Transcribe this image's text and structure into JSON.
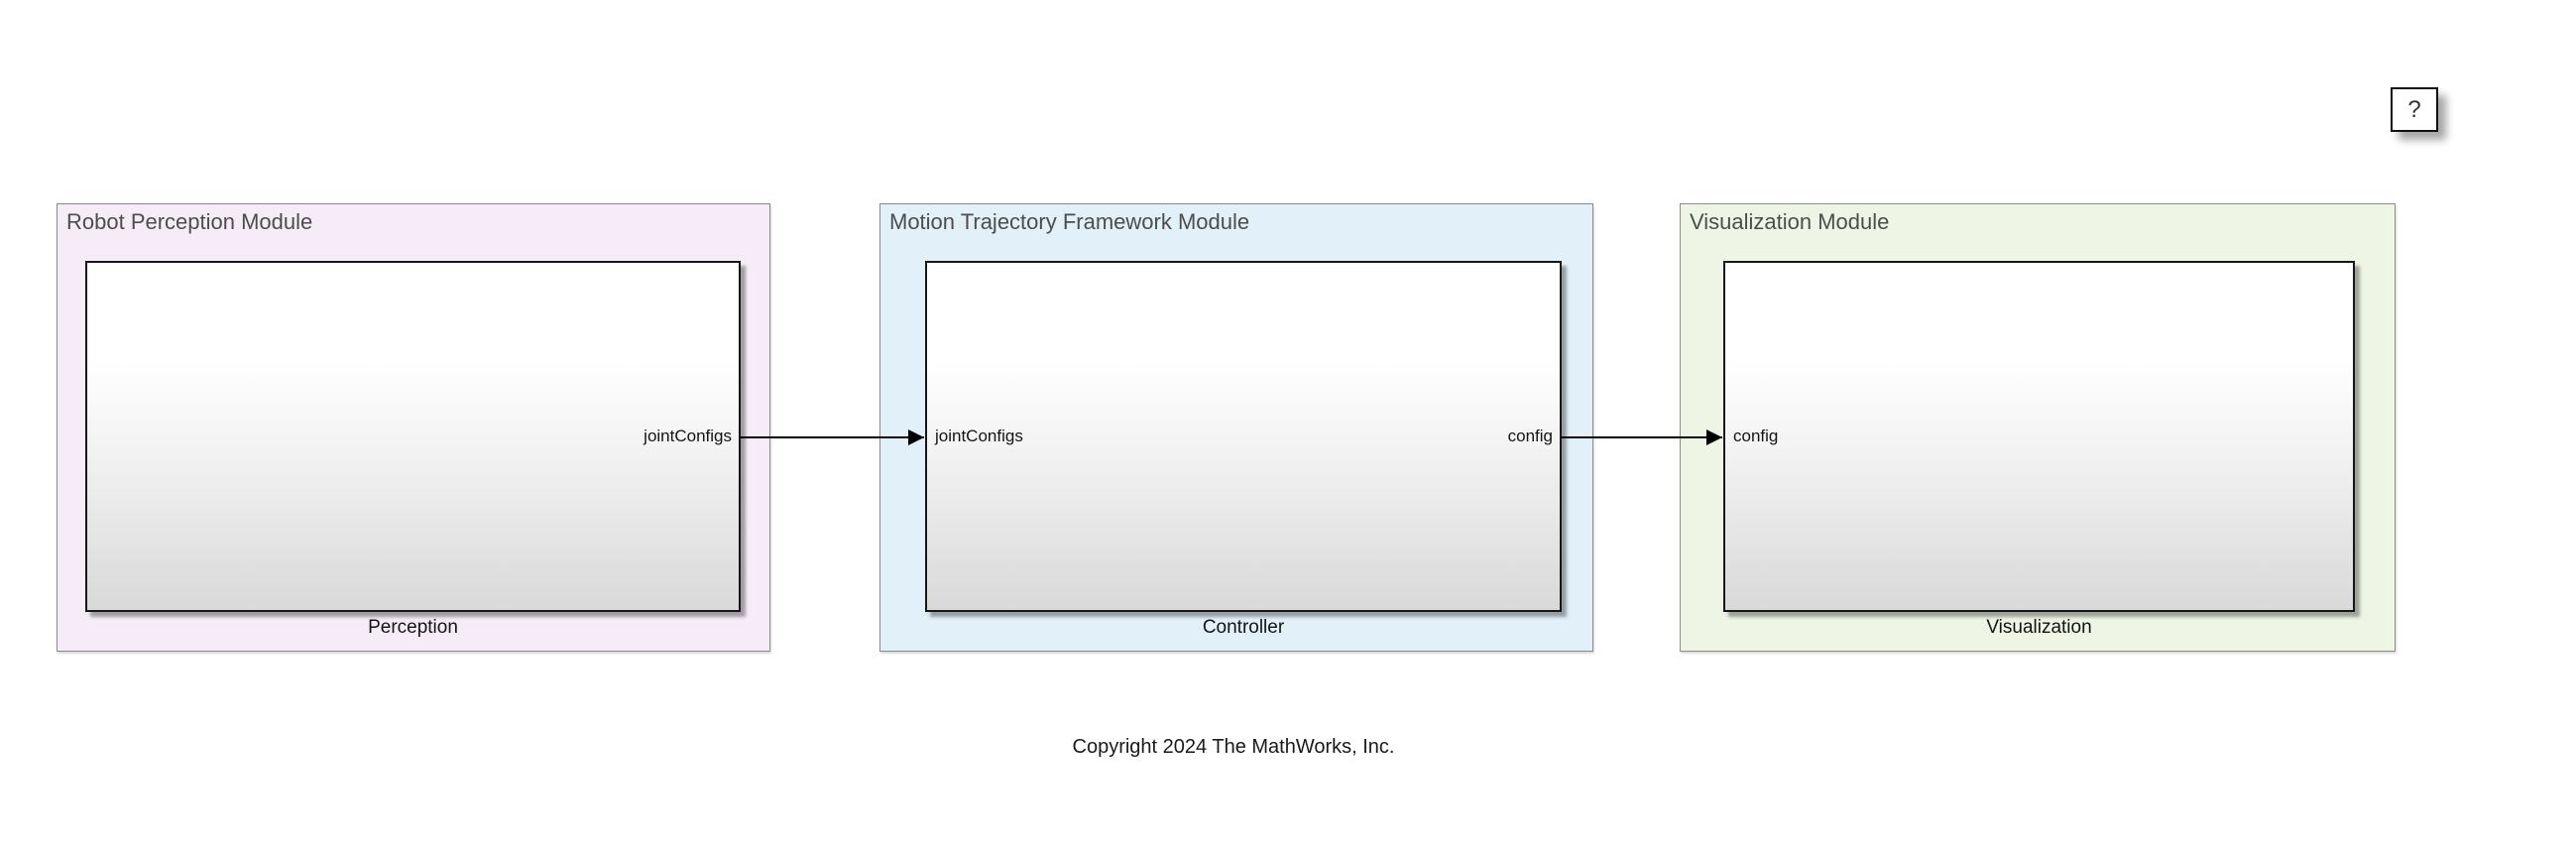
{
  "canvas": {
    "background": "#ffffff"
  },
  "help_button": {
    "label": "?"
  },
  "modules": [
    {
      "area_title": "Robot Perception Module",
      "block_name": "Perception",
      "ports": {
        "output": "jointConfigs"
      },
      "colors": {
        "fill": "#f6ecf8",
        "border": "#8e8690"
      }
    },
    {
      "area_title": "Motion Trajectory Framework Module",
      "block_name": "Controller",
      "ports": {
        "input": "jointConfigs",
        "output": "config"
      },
      "colors": {
        "fill": "#e1f0f9",
        "border": "#848c92"
      }
    },
    {
      "area_title": "Visualization Module",
      "block_name": "Visualization",
      "ports": {
        "input": "config"
      },
      "colors": {
        "fill": "#eff5e5",
        "border": "#889082"
      }
    }
  ],
  "connections": [
    {
      "signal": "jointConfigs",
      "from": "Perception",
      "to": "Controller"
    },
    {
      "signal": "config",
      "from": "Controller",
      "to": "Visualization"
    }
  ],
  "footer": {
    "copyright": "Copyright 2024 The MathWorks, Inc."
  }
}
